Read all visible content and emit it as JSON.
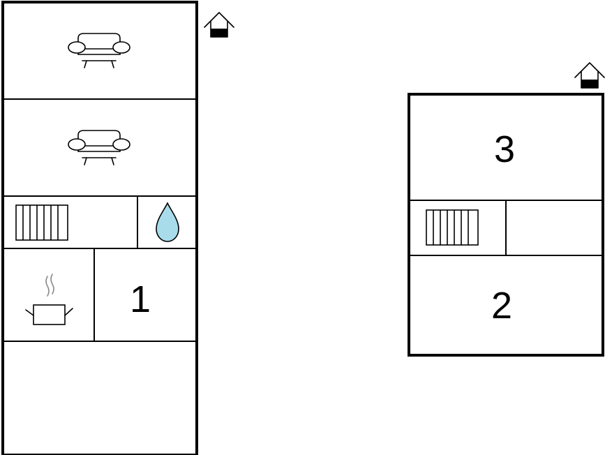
{
  "floors": [
    {
      "id": "ground-floor",
      "rooms": [
        {
          "id": "living-room-a",
          "icon": "sofa-icon",
          "label": ""
        },
        {
          "id": "living-room-b",
          "icon": "sofa-icon",
          "label": ""
        },
        {
          "id": "radiator-room",
          "icon": "radiator-icon",
          "label": ""
        },
        {
          "id": "bathroom",
          "icon": "water-drop-icon",
          "label": ""
        },
        {
          "id": "kitchen",
          "icon": "cooking-pot-icon",
          "label": ""
        },
        {
          "id": "bedroom-1",
          "icon": "",
          "label": "1"
        },
        {
          "id": "bottom-room",
          "icon": "",
          "label": ""
        }
      ],
      "entrance_icon": "entrance-house-icon"
    },
    {
      "id": "upper-floor",
      "rooms": [
        {
          "id": "bedroom-3",
          "icon": "",
          "label": "3"
        },
        {
          "id": "radiator-room-upper",
          "icon": "radiator-icon",
          "label": ""
        },
        {
          "id": "side-room",
          "icon": "",
          "label": ""
        },
        {
          "id": "bedroom-2",
          "icon": "",
          "label": "2"
        }
      ],
      "entrance_icon": "entrance-house-icon"
    }
  ],
  "colors": {
    "wall": "#000000",
    "water_drop": "#a8dcea",
    "steam": "#8a8a8a",
    "background": "#ffffff"
  }
}
